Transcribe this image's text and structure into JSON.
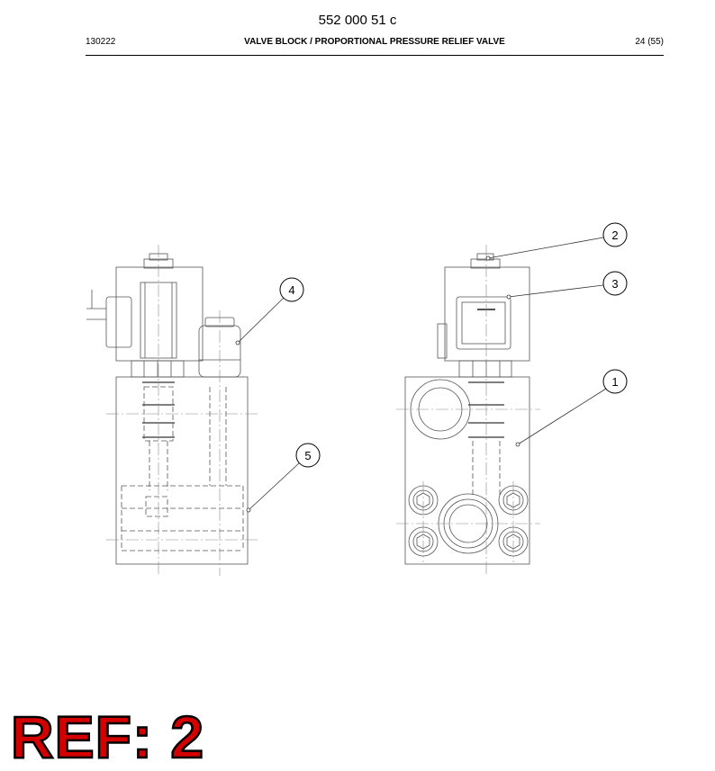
{
  "header": {
    "doc_number": "552 000 51 c",
    "date_code": "130222",
    "title": "VALVE BLOCK / PROPORTIONAL PRESSURE RELIEF VALVE",
    "page": "24 (55)"
  },
  "callouts": [
    "1",
    "2",
    "3",
    "4",
    "5"
  ],
  "ref_label": "REF: 2",
  "colors": {
    "ref_text": "#d40000",
    "lines": "#555555"
  }
}
